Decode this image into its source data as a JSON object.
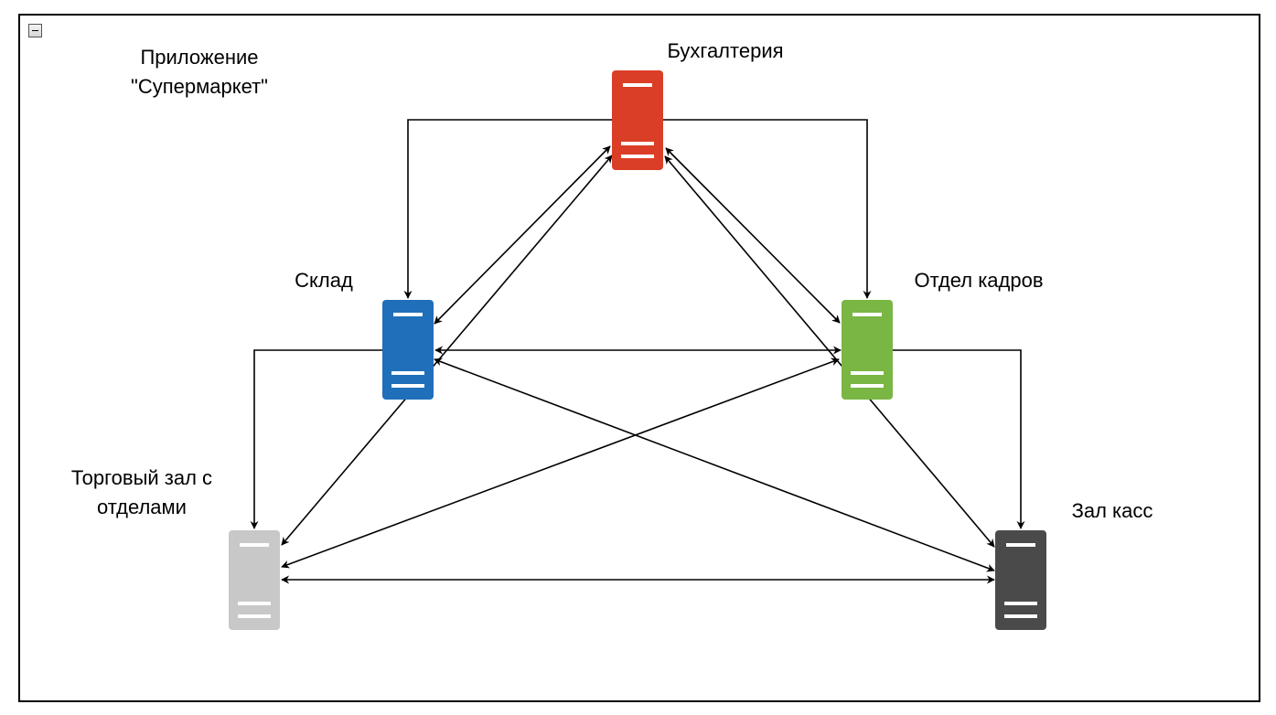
{
  "container": {
    "title_line1": "Приложение",
    "title_line2": "\"Супермаркет\""
  },
  "nodes": {
    "buhgalteriya": {
      "label": "Бухгалтерия",
      "color": "#db3e26"
    },
    "sklad": {
      "label": "Склад",
      "color": "#1f6fba"
    },
    "otdel_kadrov": {
      "label": "Отдел кадров",
      "color": "#7ab643"
    },
    "torgovyi_zal": {
      "label_line1": "Торговый зал с",
      "label_line2": "отделами",
      "color": "#c8c8c8"
    },
    "zal_kass": {
      "label": "Зал касс",
      "color": "#4a4a4a"
    }
  },
  "colors": {
    "edge": "#000000",
    "server_stripe": "#ffffff"
  },
  "icons": {
    "server": "server-icon",
    "collapse": "collapse-minus-icon"
  }
}
